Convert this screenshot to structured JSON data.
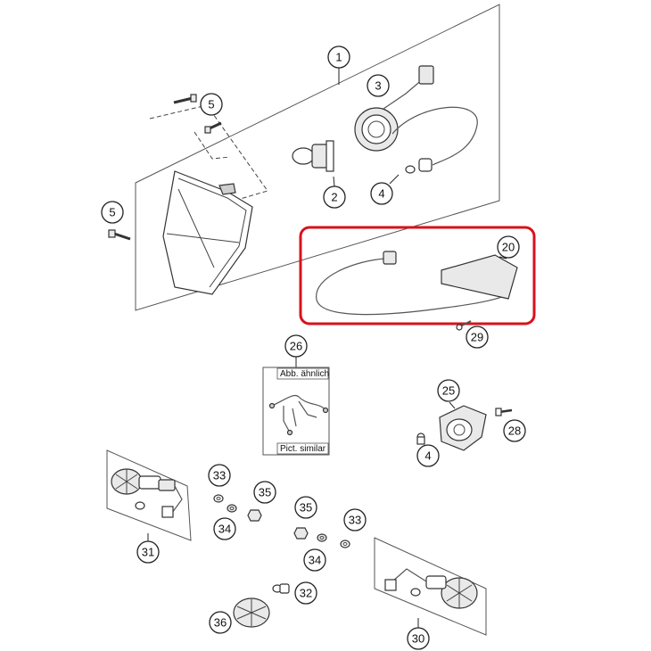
{
  "callouts": {
    "c1": "1",
    "c3": "3",
    "c5a": "5",
    "c5b": "5",
    "c2": "2",
    "c4a": "4",
    "c20": "20",
    "c29": "29",
    "c26": "26",
    "c25": "25",
    "c28": "28",
    "c4b": "4",
    "c33a": "33",
    "c35a": "35",
    "c35b": "35",
    "c33b": "33",
    "c34a": "34",
    "c34b": "34",
    "c31": "31",
    "c32": "32",
    "c36": "36",
    "c30": "30"
  },
  "panel_26": {
    "top_label": "Abb. ähnlich",
    "bottom_label": "Pict. similar"
  },
  "highlight_color": "#d8121b"
}
